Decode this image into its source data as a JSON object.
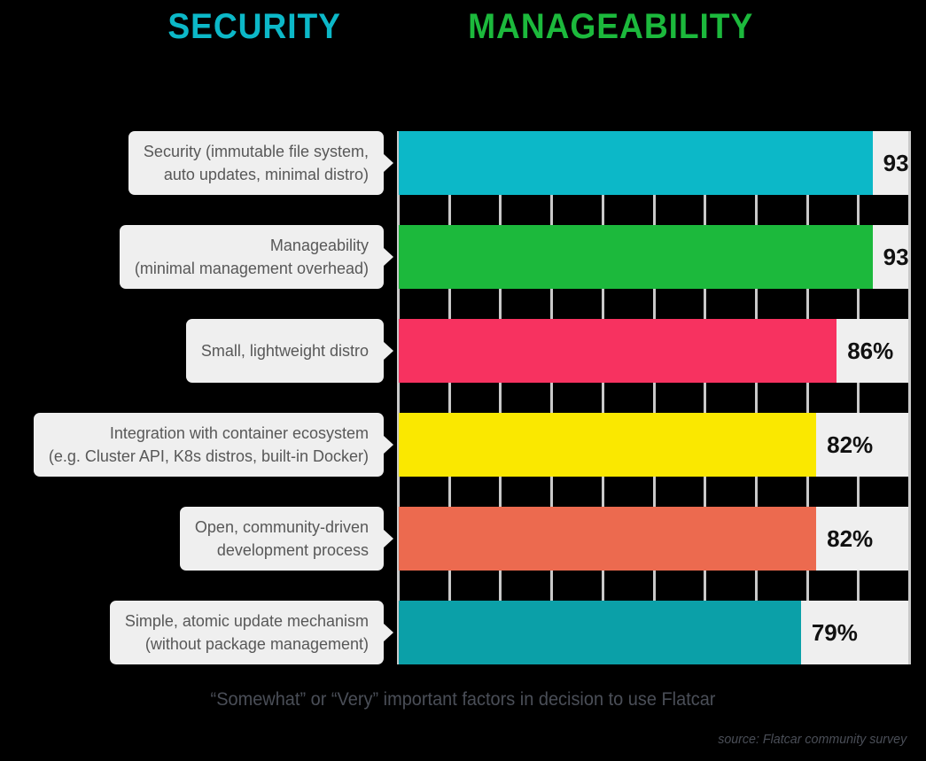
{
  "headline": {
    "words": [
      {
        "text": "SECURITY",
        "color": "#0cb8c8"
      },
      {
        "text": "MANAGEABILITY",
        "color": "#1cb93c"
      }
    ]
  },
  "chart_data": {
    "type": "bar",
    "orientation": "horizontal",
    "title": "",
    "caption": "“Somewhat” or “Very” important factors in decision to use Flatcar",
    "source": "source: Flatcar community survey",
    "xlabel": "",
    "ylabel": "",
    "xlim": [
      0,
      100
    ],
    "grid": true,
    "gridline_values": [
      0,
      10,
      20,
      30,
      40,
      50,
      60,
      70,
      80,
      90,
      100
    ],
    "legend": "none",
    "categories": [
      "Security (immutable file system, auto updates, minimal distro)",
      "Manageability (minimal management overhead)",
      "Small, lightweight distro",
      "Integration with container ecosystem (e.g. Cluster API, K8s distros, built-in Docker)",
      "Open, community-driven development process",
      "Simple, atomic update mechanism (without package management)"
    ],
    "values": [
      93,
      93,
      86,
      82,
      82,
      79
    ],
    "value_labels": [
      "93",
      "93",
      "86%",
      "82%",
      "82%",
      "79%"
    ],
    "colors": [
      "#0cb8c8",
      "#1cb93c",
      "#f73260",
      "#fae800",
      "#ec6a4f",
      "#0ba0a8"
    ],
    "bars": [
      {
        "label_lines": [
          "Security (immutable file system,",
          "auto updates, minimal distro)"
        ],
        "value": 93,
        "value_label": "93",
        "color": "#0cb8c8"
      },
      {
        "label_lines": [
          "Manageability",
          "(minimal management overhead)"
        ],
        "value": 93,
        "value_label": "93",
        "color": "#1cb93c"
      },
      {
        "label_lines": [
          "Small, lightweight distro"
        ],
        "value": 86,
        "value_label": "86%",
        "color": "#f73260"
      },
      {
        "label_lines": [
          "Integration with container ecosystem",
          "(e.g. Cluster API, K8s distros, built-in Docker)"
        ],
        "value": 82,
        "value_label": "82%",
        "color": "#fae800"
      },
      {
        "label_lines": [
          "Open, community-driven",
          "development process"
        ],
        "value": 82,
        "value_label": "82%",
        "color": "#ec6a4f"
      },
      {
        "label_lines": [
          "Simple, atomic update mechanism",
          "(without package management)"
        ],
        "value": 79,
        "value_label": "79%",
        "color": "#0ba0a8"
      }
    ]
  }
}
